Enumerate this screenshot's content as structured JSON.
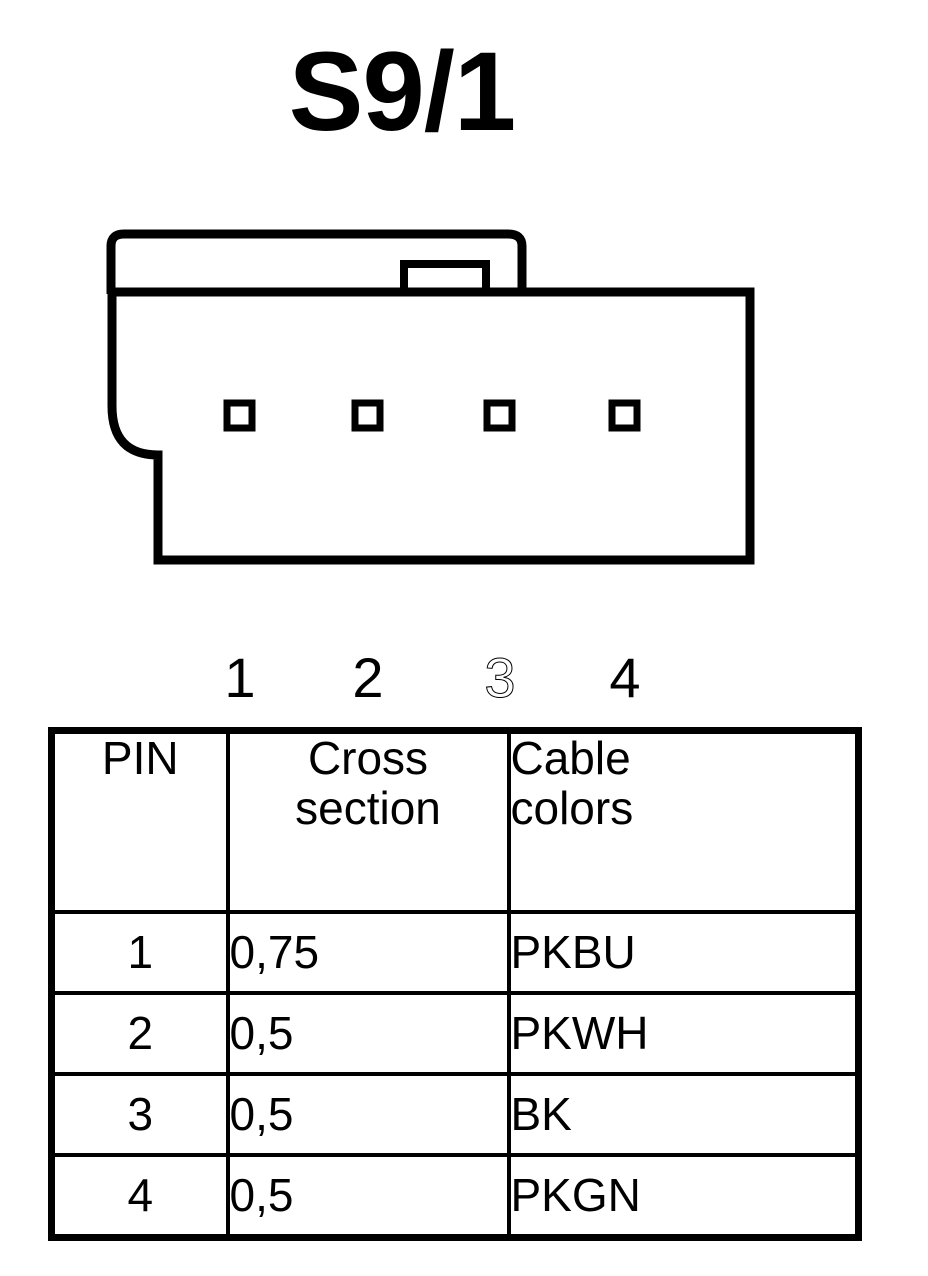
{
  "title": "S9/1",
  "connector": {
    "pin_count": 4,
    "pins": [
      {
        "number": "1",
        "style": "solid"
      },
      {
        "number": "2",
        "style": "solid"
      },
      {
        "number": "3",
        "style": "outline"
      },
      {
        "number": "4",
        "style": "solid"
      }
    ]
  },
  "table": {
    "headers": {
      "pin": "PIN",
      "cross_line1": "Cross",
      "cross_line2": "section",
      "color_line1": "Cable",
      "color_line2": "colors"
    },
    "rows": [
      {
        "pin": "1",
        "cross_section": "0,75",
        "cable_colors": "PKBU"
      },
      {
        "pin": "2",
        "cross_section": "0,5",
        "cable_colors": "PKWH"
      },
      {
        "pin": "3",
        "cross_section": "0,5",
        "cable_colors": "BK"
      },
      {
        "pin": "4",
        "cross_section": "0,5",
        "cable_colors": "PKGN"
      }
    ]
  },
  "colors": {
    "ink": "#000000",
    "paper": "#ffffff"
  }
}
